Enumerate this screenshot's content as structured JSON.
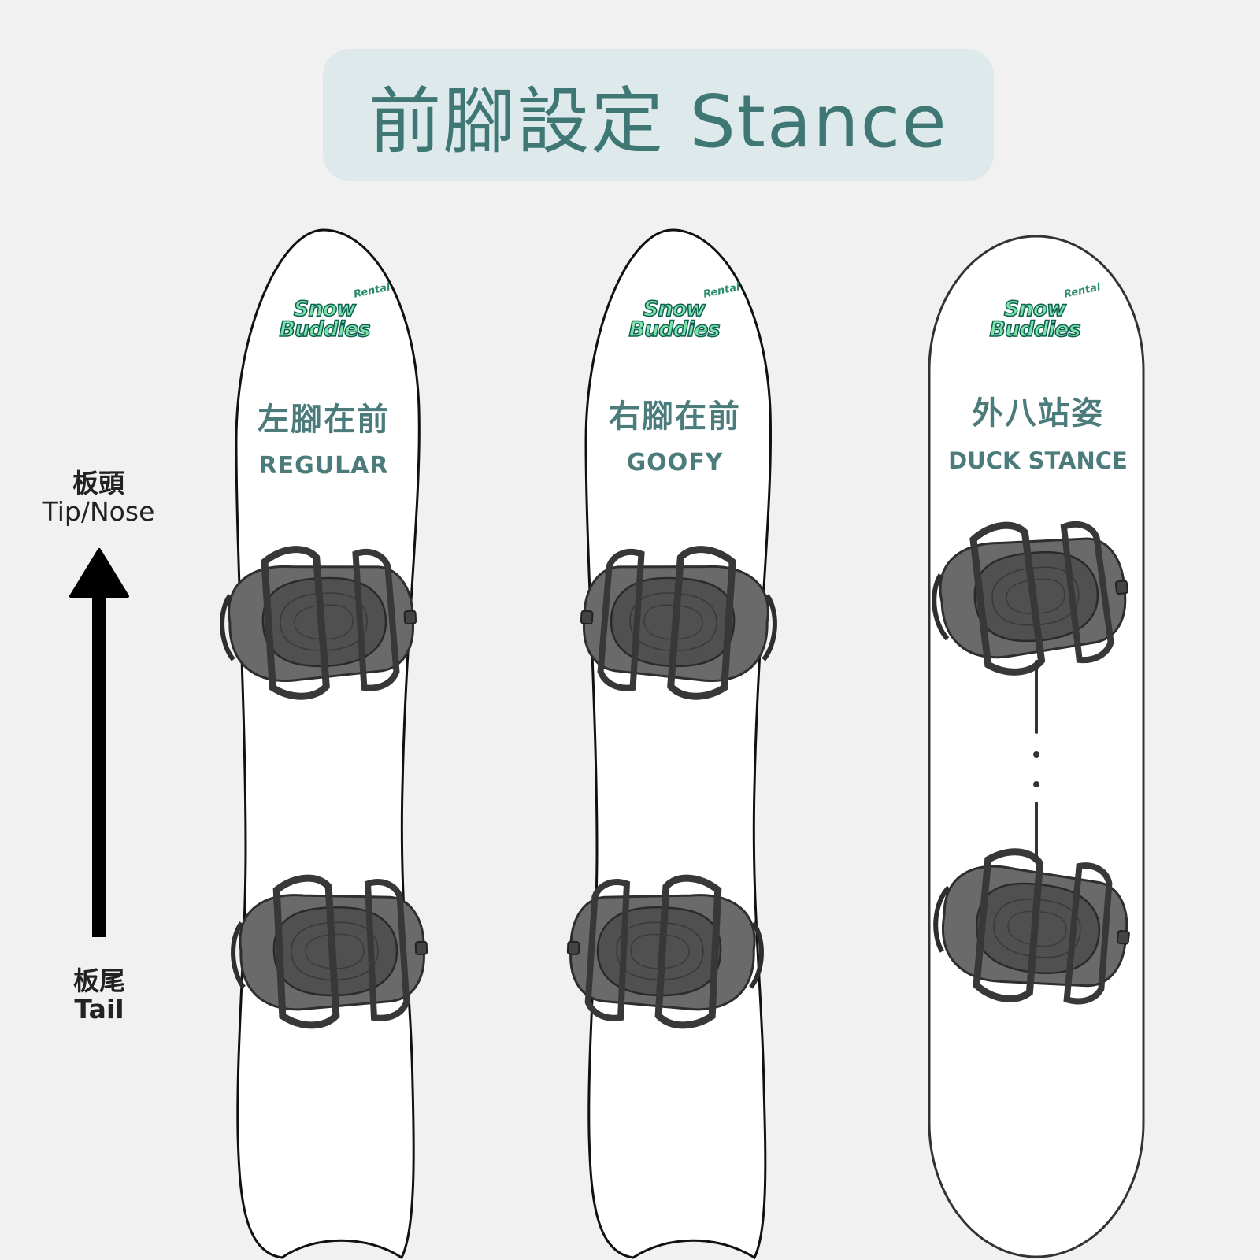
{
  "title": "前腳設定 Stance",
  "side_labels": {
    "nose_zh": "板頭",
    "nose_en": "Tip/Nose",
    "tail_zh": "板尾",
    "tail_en": "Tail"
  },
  "logo": {
    "line1": "Snow",
    "line2": "Buddies",
    "tag": "Rental"
  },
  "boards": [
    {
      "label_zh": "左腳在前",
      "label_en": "REGULAR"
    },
    {
      "label_zh": "右腳在前",
      "label_en": "GOOFY"
    },
    {
      "label_zh": "外八站姿",
      "label_en": "DUCK STANCE"
    }
  ],
  "colors": {
    "background": "#f1f1f1",
    "title_pill": "#dde9ea",
    "title_text": "#3f7775",
    "label_text": "#4b7b7b",
    "binding": "#5c5c5c",
    "logo_fill": "#7de3a8"
  }
}
